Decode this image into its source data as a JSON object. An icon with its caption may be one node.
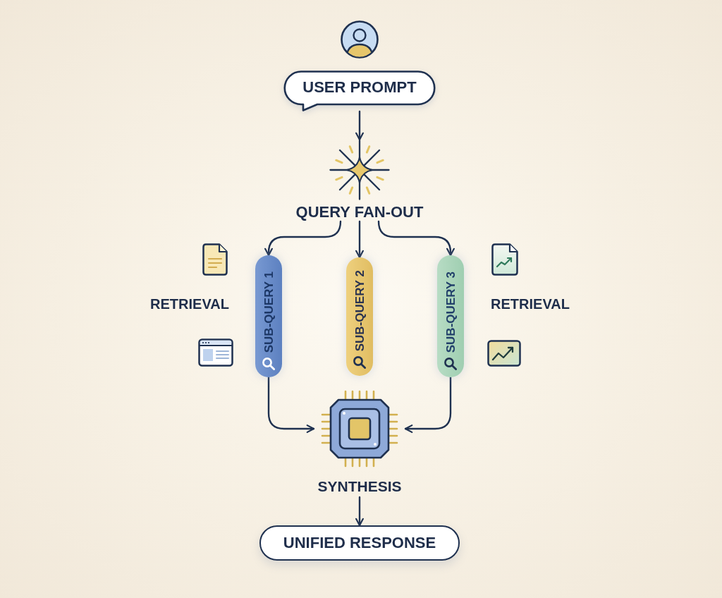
{
  "diagram": {
    "nodes": [
      {
        "text": [
          "USER PROMPT"
        ]
      },
      {
        "text": [
          "QUERY FAN-OUT"
        ]
      },
      {
        "text": [
          "SUB-QUERY 1"
        ]
      },
      {
        "text": [
          "SUB-QUERY 2"
        ]
      },
      {
        "text": [
          "SUB-QUERY 3"
        ]
      },
      {
        "text": [
          "SYNTHESIS"
        ]
      },
      {
        "text": [
          "UNIFIED RESPONSE"
        ]
      }
    ],
    "edges": [
      {
        "from": 0,
        "to": 1,
        "arrow": "to"
      },
      {
        "from": 1,
        "to": 2,
        "arrow": "to"
      },
      {
        "from": 1,
        "to": 3,
        "arrow": "to"
      },
      {
        "from": 1,
        "to": 4,
        "arrow": "to"
      },
      {
        "from": 2,
        "to": 5,
        "arrow": "to"
      },
      {
        "from": 4,
        "to": 5,
        "arrow": "to"
      },
      {
        "from": 5,
        "to": 6,
        "arrow": "to"
      }
    ],
    "labels": [
      "RETRIEVAL",
      "RETRIEVAL"
    ]
  }
}
